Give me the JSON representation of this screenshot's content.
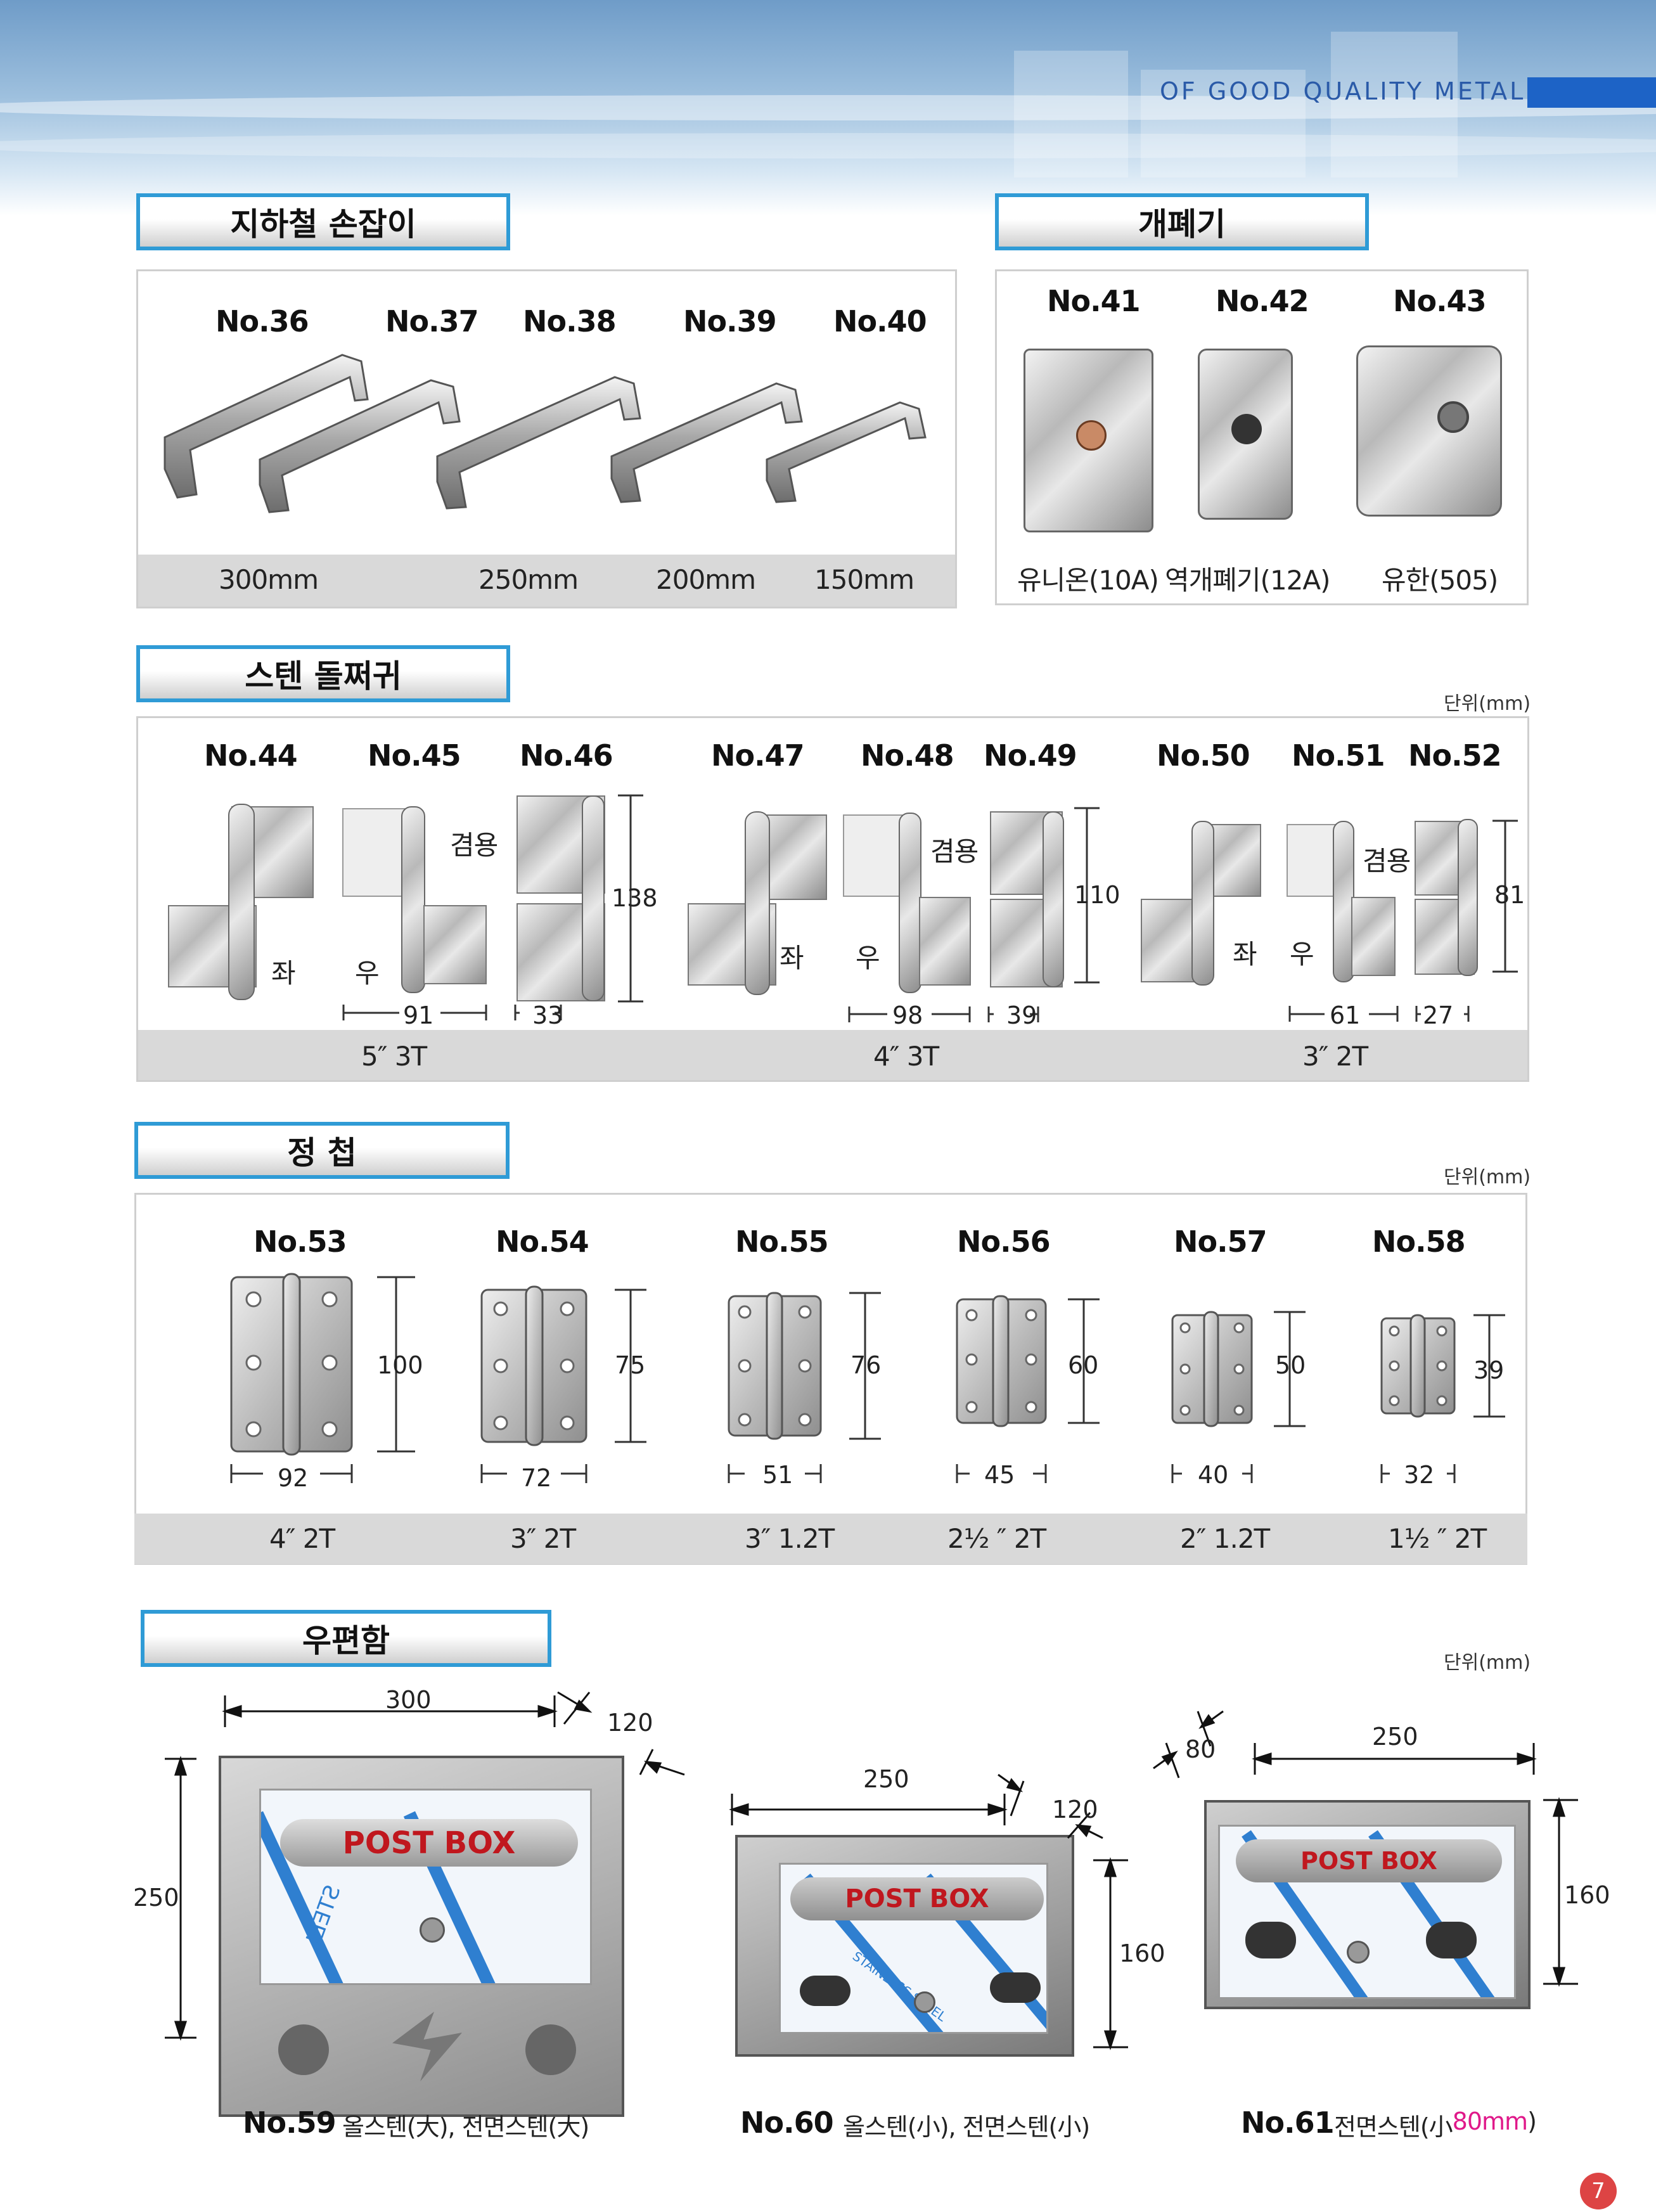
{
  "header": {
    "tagline": "OF GOOD QUALITY METAL"
  },
  "sections": {
    "handle": {
      "title": "지하철 손잡이",
      "items": [
        "No.36",
        "No.37",
        "No.38",
        "No.39",
        "No.40"
      ],
      "sizes": [
        "300mm",
        "250mm",
        "200mm",
        "150mm"
      ]
    },
    "opener": {
      "title": "개폐기",
      "items": [
        "No.41",
        "No.42",
        "No.43"
      ],
      "captions": [
        "유니온(10A)",
        "역개폐기(12A)",
        "유한(505)"
      ]
    },
    "hinge": {
      "title": "스텐 돌쩌귀",
      "unit": "단위(mm)",
      "items": [
        "No.44",
        "No.45",
        "No.46",
        "No.47",
        "No.48",
        "No.49",
        "No.50",
        "No.51",
        "No.52"
      ],
      "left": "좌",
      "right": "우",
      "shared": "겸용",
      "groups": [
        {
          "height": "138",
          "width": "91",
          "depth": "33",
          "spec": "5″ 3T"
        },
        {
          "height": "110",
          "width": "98",
          "depth": "39",
          "spec": "4″ 3T"
        },
        {
          "height": "81",
          "width": "61",
          "depth": "27",
          "spec": "3″ 2T"
        }
      ]
    },
    "butt": {
      "title": "정 첩",
      "unit": "단위(mm)",
      "items": [
        {
          "no": "No.53",
          "h": "100",
          "w": "92",
          "spec": "4″ 2T"
        },
        {
          "no": "No.54",
          "h": "75",
          "w": "72",
          "spec": "3″ 2T"
        },
        {
          "no": "No.55",
          "h": "76",
          "w": "51",
          "spec": "3″ 1.2T"
        },
        {
          "no": "No.56",
          "h": "60",
          "w": "45",
          "spec": "2½ ″ 2T"
        },
        {
          "no": "No.57",
          "h": "50",
          "w": "40",
          "spec": "2″ 1.2T"
        },
        {
          "no": "No.58",
          "h": "39",
          "w": "32",
          "spec": "1½ ″ 2T"
        }
      ]
    },
    "postbox": {
      "title": "우편함",
      "unit": "단위(mm)",
      "box_label": "POST BOX",
      "steel_text": "STEEL",
      "stainless_text": "STAINLESS STEEL",
      "items": [
        {
          "no": "No.59",
          "desc": "올스텐(大), 전면스텐(大)",
          "w": "300",
          "d": "120",
          "h": "250"
        },
        {
          "no": "No.60",
          "desc": "올스텐(小), 전면스텐(小)",
          "w": "250",
          "d": "120",
          "h": "160"
        },
        {
          "no": "No.61",
          "desc": "전면스텐(小",
          "desc_accent": "80mm",
          "desc_end": ")",
          "w": "250",
          "d": "80",
          "h": "160"
        }
      ]
    }
  },
  "page": {
    "number": "7"
  },
  "colors": {
    "accent": "#2f9bd6",
    "strip": "#d9d9d9",
    "brand": "#1d63c6",
    "highlight": "#e0198a"
  }
}
